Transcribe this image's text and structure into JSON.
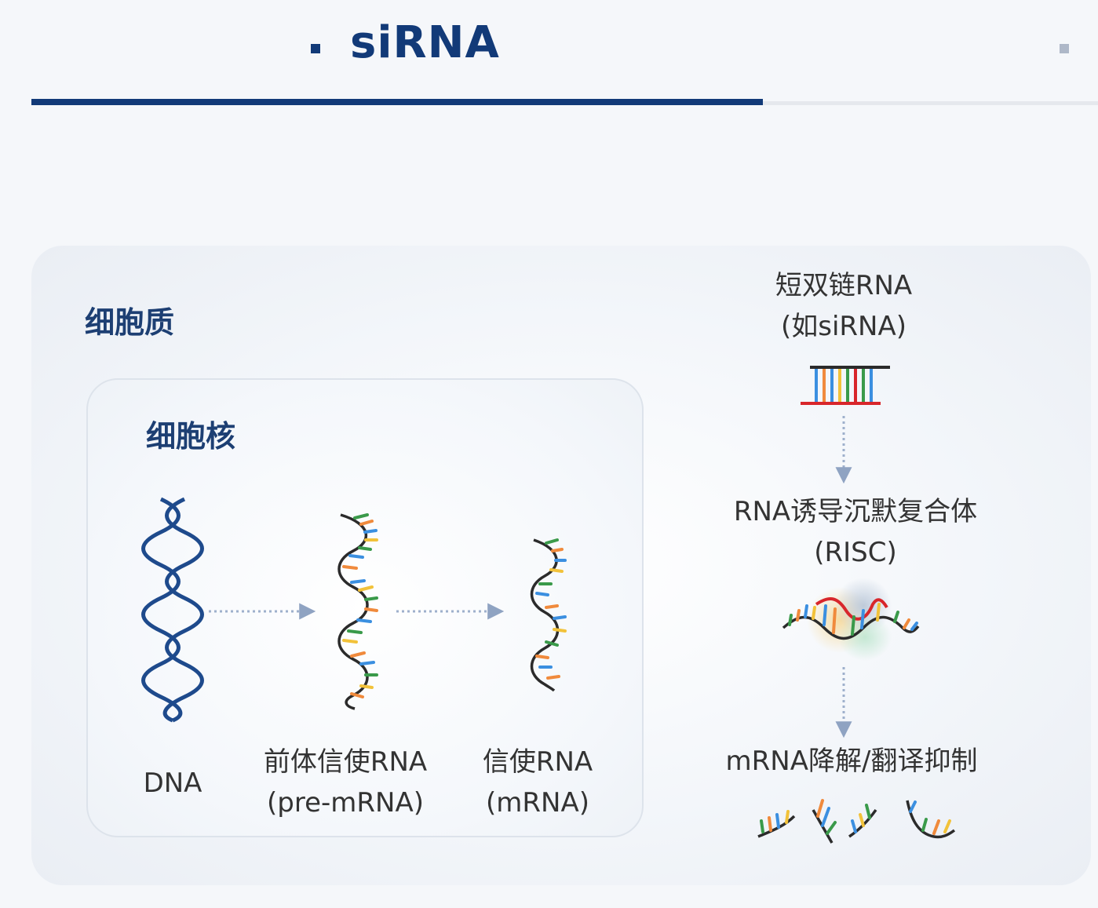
{
  "header": {
    "title": "siRNA"
  },
  "diagram": {
    "cytoplasm_label": "细胞质",
    "nucleus_label": "细胞核",
    "dna_label": "DNA",
    "pre_mrna_label": {
      "line1": "前体信使RNA",
      "line2": "(pre-mRNA)"
    },
    "mrna_label": {
      "line1": "信使RNA",
      "line2": "(mRNA)"
    },
    "sirna_label": {
      "line1": "短双链RNA",
      "line2": "(如siRNA)"
    },
    "risc_label": {
      "line1": "RNA诱导沉默复合体",
      "line2": "(RISC)"
    },
    "degradation_label": "mRNA降解/翻译抑制"
  },
  "colors": {
    "primary": "#123a78",
    "base_blue": "#3b8fe0",
    "base_green": "#3a9a4a",
    "base_orange": "#f08a3c",
    "base_yellow": "#f2c23a",
    "strand_red": "#d8262b"
  }
}
